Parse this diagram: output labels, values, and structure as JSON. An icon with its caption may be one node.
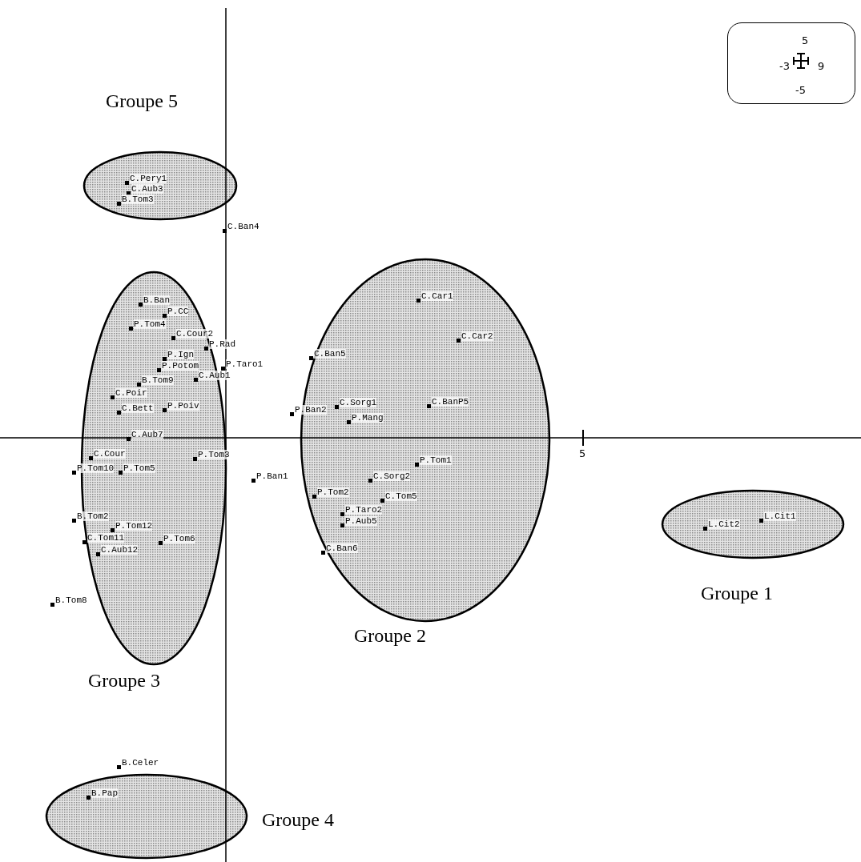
{
  "diagram": {
    "nodes": [
      {
        "text": [
          "Groupe 5"
        ]
      },
      {
        "text": [
          "Groupe 3"
        ]
      },
      {
        "text": [
          "Groupe 2"
        ]
      },
      {
        "text": [
          "Groupe 1"
        ]
      },
      {
        "text": [
          "Groupe 4"
        ]
      },
      {
        "text": [
          "5",
          "-3",
          "9",
          "-5"
        ]
      }
    ],
    "edges": [],
    "labels": [
      "C.Pery1",
      "C.Aub3",
      "B.Tom3",
      "C.Ban4",
      "B.Ban",
      "P.CC",
      "P.Tom4",
      "C.Cour2",
      "P.Rad",
      "P.Ign",
      "P.Potom",
      "C.Aub1",
      "P.Taro1",
      "B.Tom9",
      "C.Poir",
      "C.Bett",
      "P.Poiv",
      "C.Aub7",
      "C.Cour",
      "P.Tom10",
      "P.Tom5",
      "P.Tom3",
      "P.Ban1",
      "B.Tom2",
      "P.Tom12",
      "C.Tom11",
      "P.Tom6",
      "C.Aub12",
      "B.Tom8",
      "C.Car1",
      "C.Car2",
      "C.Ban5",
      "C.BanP5",
      "P.Ban2",
      "C.Sorg1",
      "P.Mang",
      "P.Tom1",
      "C.Sorg2",
      "P.Tom2",
      "C.Tom5",
      "P.Taro2",
      "P.Aub5",
      "C.Ban6",
      "L.Cit2",
      "L.Cit1",
      "B.Celer",
      "B.Pap",
      "5"
    ]
  }
}
